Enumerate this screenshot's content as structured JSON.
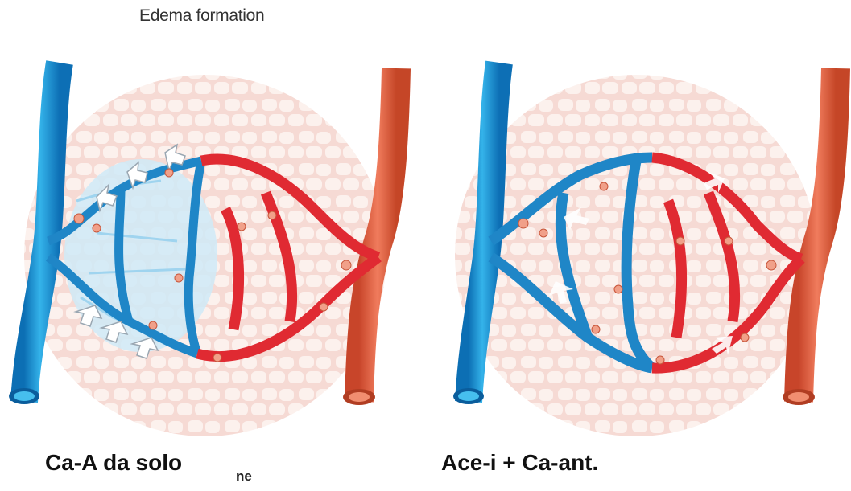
{
  "title": "Edema formation",
  "panels": [
    {
      "caption": "Ca-A da solo",
      "edema": true
    },
    {
      "caption": "Ace-i + Ca-ant.",
      "edema": false
    }
  ],
  "stray_text": "ne",
  "colors": {
    "vein": "#1b9ad6",
    "vein_dark": "#0a4f86",
    "artery": "#e2603f",
    "capillary_red": "#e02a32",
    "capillary_blue": "#1f86c7",
    "tissue": "#f6dcd6",
    "cell": "#fbeeea",
    "edema": "#bfe3f5"
  }
}
